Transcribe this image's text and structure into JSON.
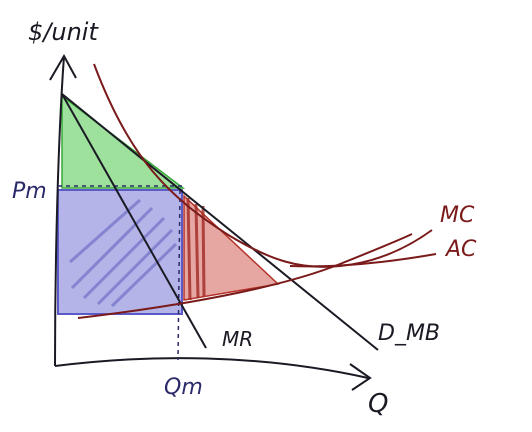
{
  "labels": {
    "y_axis": "$/unit",
    "x_axis": "Q",
    "price": "Pm",
    "quantity": "Qm",
    "marginal_revenue": "MR",
    "marginal_cost": "MC",
    "average_cost": "AC",
    "demand": "D_MB"
  },
  "colors": {
    "axis_ink": "#1a1a24",
    "price_ink": "#2a2a6a",
    "cost_curve": "#7a1a1a",
    "consumer_surplus": "#4cc84c",
    "profit_area": "#6a6ad2",
    "deadweight_loss": "#c83c32"
  }
}
